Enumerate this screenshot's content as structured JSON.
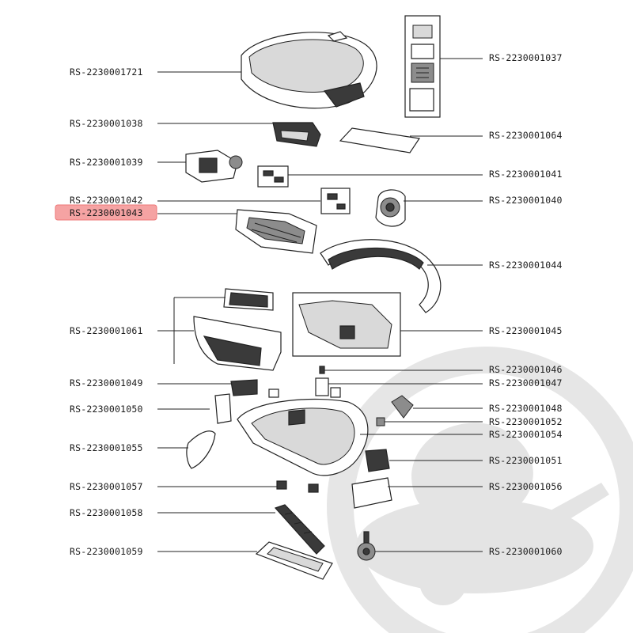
{
  "highlighted_part": "RS-2230001043",
  "colors": {
    "highlight": "#f5a3a3",
    "line": "#222222",
    "watermark": "#e4e4e4"
  },
  "left_labels": [
    "RS-2230001721",
    "RS-2230001038",
    "RS-2230001039",
    "RS-2230001042",
    "RS-2230001043",
    "RS-2230001061",
    "RS-2230001049",
    "RS-2230001050",
    "RS-2230001055",
    "RS-2230001057",
    "RS-2230001058",
    "RS-2230001059"
  ],
  "right_labels": [
    "RS-2230001037",
    "RS-2230001064",
    "RS-2230001041",
    "RS-2230001040",
    "RS-2230001044",
    "RS-2230001045",
    "RS-2230001046",
    "RS-2230001047",
    "RS-2230001048",
    "RS-2230001052",
    "RS-2230001054",
    "RS-2230001051",
    "RS-2230001056",
    "RS-2230001060"
  ],
  "watermark_icon": "vacuum-cleaner-watermark-icon"
}
